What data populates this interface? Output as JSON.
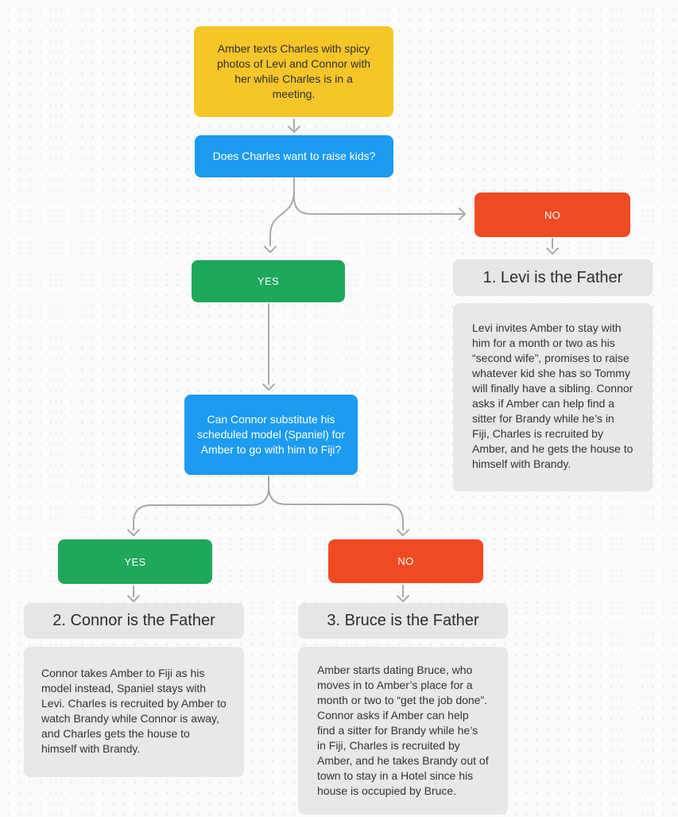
{
  "colors": {
    "canvas_background": "#fbfbfb",
    "dot_grid": "#e9e9e9",
    "sticky_yellow": "#f6c628",
    "question_blue": "#1c9bf1",
    "yes_green": "#1fa75c",
    "no_red": "#f04a23",
    "outcome_gray": "#e6e6e6",
    "description_gray": "#e8e8e8",
    "text_dark": "#2f2f2f",
    "text_light": "#ffffff",
    "connector_gray": "#a9a9a9"
  },
  "nodes": {
    "start": {
      "text": "Amber texts Charles with spicy photos of Levi and Connor with her while Charles is in a meeting."
    },
    "q1": {
      "text": "Does Charles want to raise kids?"
    },
    "q1_no": {
      "label": "NO"
    },
    "q1_yes": {
      "label": "YES"
    },
    "outcome1": {
      "title": "1. Levi is the Father",
      "description": "Levi invites Amber to stay with him for a month or two as his “second wife”, promises to raise whatever kid she has so Tommy will finally have a sibling. Connor asks if Amber can help find a sitter for Brandy while he’s in Fiji, Charles is recruited by Amber, and he gets the house to himself with Brandy."
    },
    "q2": {
      "text": "Can Connor substitute his scheduled model (Spaniel) for Amber to go with him to Fiji?"
    },
    "q2_yes": {
      "label": "YES"
    },
    "q2_no": {
      "label": "NO"
    },
    "outcome2": {
      "title": "2. Connor is the Father",
      "description": "Connor takes Amber to Fiji as his model instead, Spaniel stays with Levi. Charles is recruited by Amber to watch Brandy while Connor is away, and Charles gets the house to himself with Brandy."
    },
    "outcome3": {
      "title": "3. Bruce is the Father",
      "description": "Amber starts dating Bruce, who moves in to Amber’s place for a month or two to “get the job done”. Connor asks if Amber can help find a sitter for Brandy while he’s in Fiji, Charles is recruited by Amber, and he takes Brandy out of town to stay in a Hotel since his house is occupied by Bruce."
    }
  }
}
